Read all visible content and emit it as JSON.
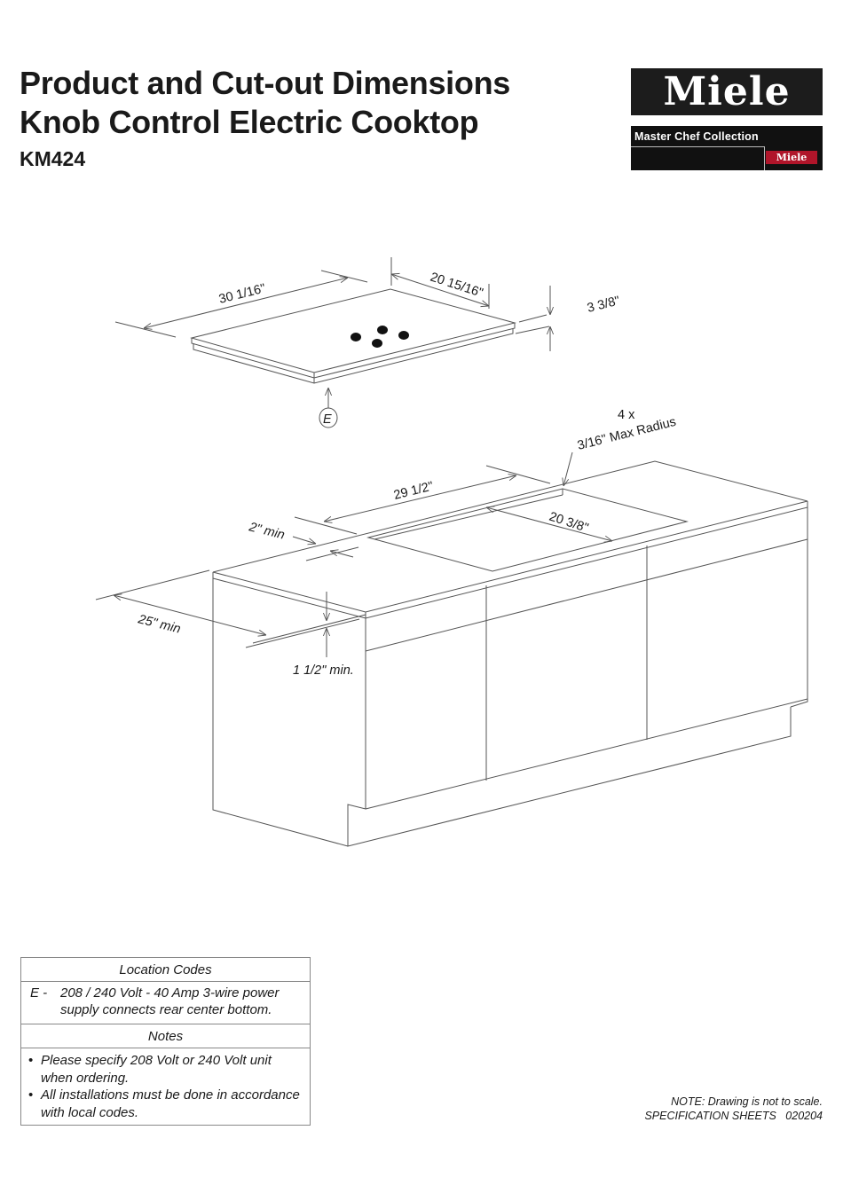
{
  "header": {
    "title_line1": "Product and Cut-out Dimensions",
    "title_line2": "Knob Control Electric Cooktop",
    "model": "KM424"
  },
  "logo": {
    "brand": "Miele",
    "collection": "Master Chef Collection",
    "mini_brand": "Miele",
    "colors": {
      "dark": "#1c1c1c",
      "accent": "#b0152a"
    }
  },
  "drawing": {
    "cooktop": {
      "width": "30 1/16\"",
      "depth": "20 15/16\"",
      "height": "3 3/8\"",
      "location_marker": "E",
      "knob_count": 4
    },
    "cutout": {
      "corner_radius_count": "4 x",
      "corner_radius": "3/16\" Max Radius",
      "width": "29 1/2\"",
      "depth": "20 3/8\"",
      "front_clearance": "2\" min",
      "counter_depth": "25\" min",
      "counter_thickness": "1 1/2\" min."
    }
  },
  "location_codes": {
    "heading": "Location Codes",
    "items": [
      {
        "code": "E -",
        "text": "208 / 240 Volt - 40 Amp 3-wire power supply connects rear center bottom."
      }
    ]
  },
  "notes": {
    "heading": "Notes",
    "items": [
      "Please specify 208 Volt or 240 Volt unit when ordering.",
      "All installations must be done in accordance with local codes."
    ]
  },
  "footer": {
    "note": "NOTE: Drawing is not to scale.",
    "spec": "SPECIFICATION SHEETS   020204"
  }
}
